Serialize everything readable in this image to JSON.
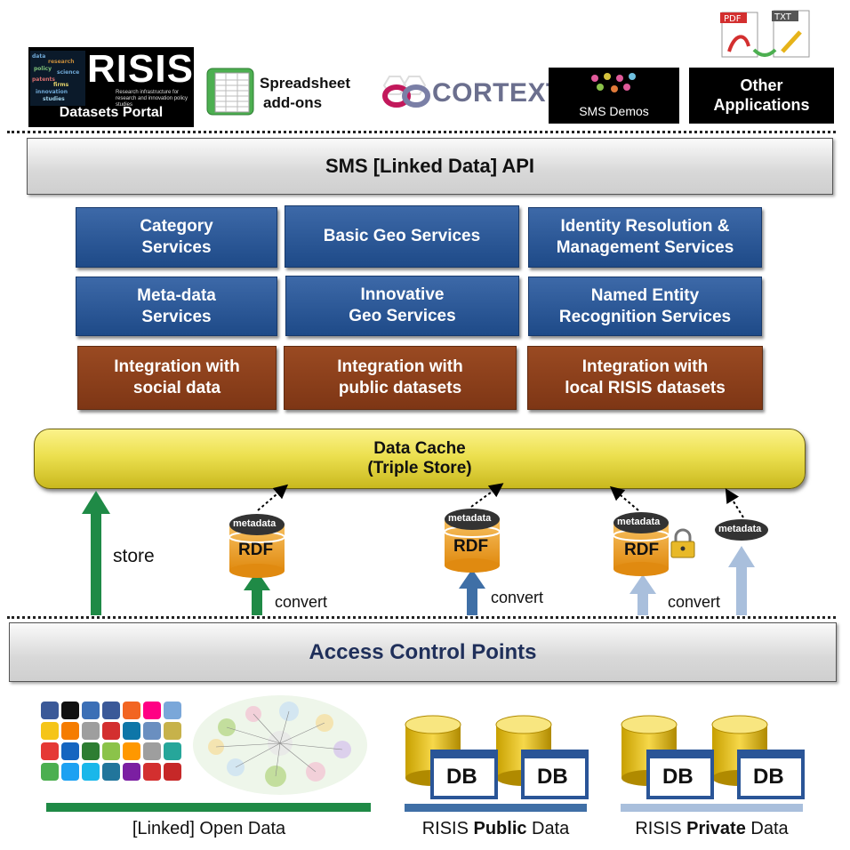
{
  "top": {
    "risis": {
      "logo_text": "RISIS",
      "tagline": "Research infrastructure for research and innovation policy studies",
      "label": "Datasets Portal"
    },
    "spreadsheet": {
      "label_line1": "Spreadsheet",
      "label_line2": "add-ons"
    },
    "cortext": {
      "label": "CORTEXT"
    },
    "sms_demos": {
      "label": "SMS Demos"
    },
    "other_apps": {
      "label_line1": "Other",
      "label_line2": "Applications"
    },
    "file_icons": {
      "pdf": "PDF",
      "txt": "TXT"
    }
  },
  "api": {
    "label": "SMS [Linked Data] API"
  },
  "services": [
    {
      "label": "Category\nServices",
      "kind": "blue"
    },
    {
      "label": "Basic Geo Services",
      "kind": "blue"
    },
    {
      "label": "Identity Resolution &\nManagement Services",
      "kind": "blue"
    },
    {
      "label": "Meta-data\nServices",
      "kind": "blue"
    },
    {
      "label": "Innovative\nGeo Services",
      "kind": "blue"
    },
    {
      "label": "Named Entity\nRecognition Services",
      "kind": "blue"
    },
    {
      "label": "Integration with\nsocial data",
      "kind": "brown"
    },
    {
      "label": "Integration with\npublic datasets",
      "kind": "brown"
    },
    {
      "label": "Integration with\nlocal RISIS datasets",
      "kind": "brown"
    }
  ],
  "cache": {
    "line1": "Data Cache",
    "line2": "(Triple Store)"
  },
  "flow": {
    "store": "store",
    "convert": "convert",
    "metadata": "metadata",
    "rdf": "RDF"
  },
  "access": {
    "label": "Access Control Points"
  },
  "sources": {
    "open": "[Linked] Open Data",
    "public_pre": "RISIS ",
    "public_bold": "Public",
    "public_post": " Data",
    "private_pre": "RISIS ",
    "private_bold": "Private",
    "private_post": " Data",
    "db": "DB"
  },
  "colors": {
    "green": "#1f8a46",
    "blue_arrow": "#3f6fa6",
    "light_blue_arrow": "#a9bfdc",
    "service_blue": "#2a5597",
    "service_brown": "#8b3f1b",
    "cache_yellow": "#ece04f",
    "rdf_orange": "#f0a030"
  }
}
